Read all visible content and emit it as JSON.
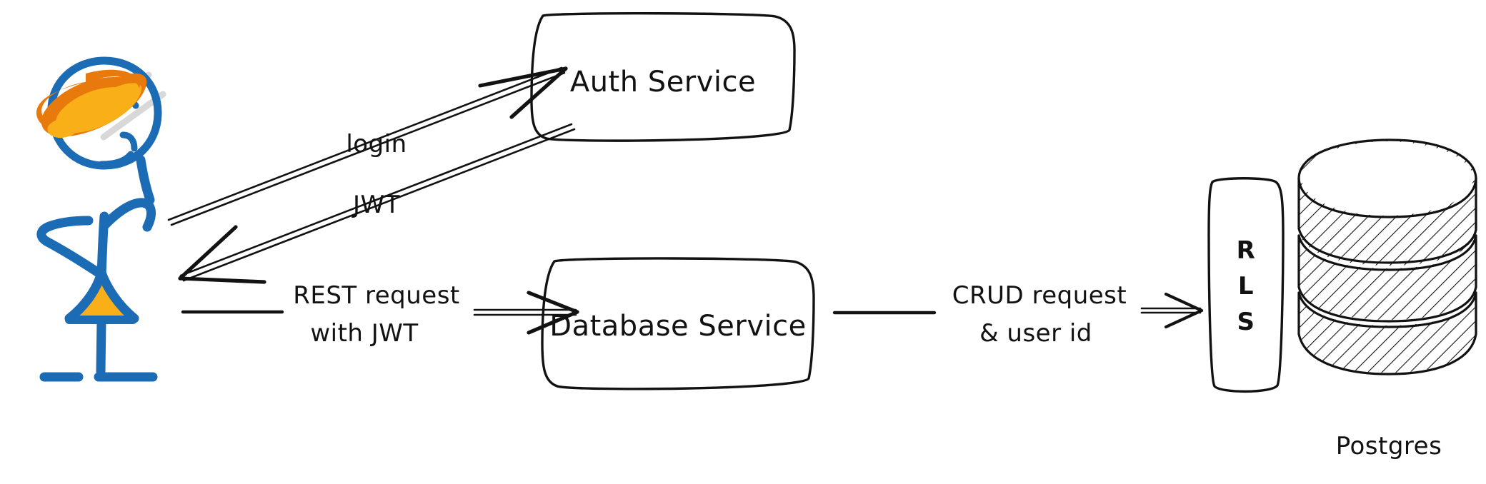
{
  "diagram": {
    "title": "Auth and database access flow",
    "background_color": "#ffffff",
    "ink_color": "#121212",
    "person_color": "#1B6CB5",
    "accent_orange": "#E8790C",
    "accent_yellow": "#F9AF17"
  },
  "actor": {
    "name": "user-stick-figure",
    "description": "stick figure person with orange hat and visor"
  },
  "nodes": [
    {
      "id": "auth-service",
      "label": "Auth Service",
      "shape": "rounded-rectangle"
    },
    {
      "id": "database-service",
      "label": "Database Service",
      "shape": "rounded-rectangle"
    },
    {
      "id": "rls",
      "label": "RLS",
      "letters": [
        "R",
        "L",
        "S"
      ],
      "shape": "vertical-rounded-rectangle"
    },
    {
      "id": "postgres",
      "label": "Postgres",
      "shape": "database-cylinder"
    }
  ],
  "edges": [
    {
      "id": "login-edge",
      "label": "login",
      "from": "user",
      "to": "auth-service",
      "direction": "right"
    },
    {
      "id": "jwt-edge",
      "label": "JWT",
      "from": "auth-service",
      "to": "user",
      "direction": "left"
    },
    {
      "id": "rest-edge",
      "label_line1": "REST request",
      "label_line2": "with JWT",
      "from": "user",
      "to": "database-service",
      "direction": "right"
    },
    {
      "id": "crud-edge",
      "label_line1": "CRUD request",
      "label_line2": "& user id",
      "from": "database-service",
      "to": "rls",
      "direction": "right"
    }
  ],
  "captions": {
    "postgres": "Postgres"
  }
}
